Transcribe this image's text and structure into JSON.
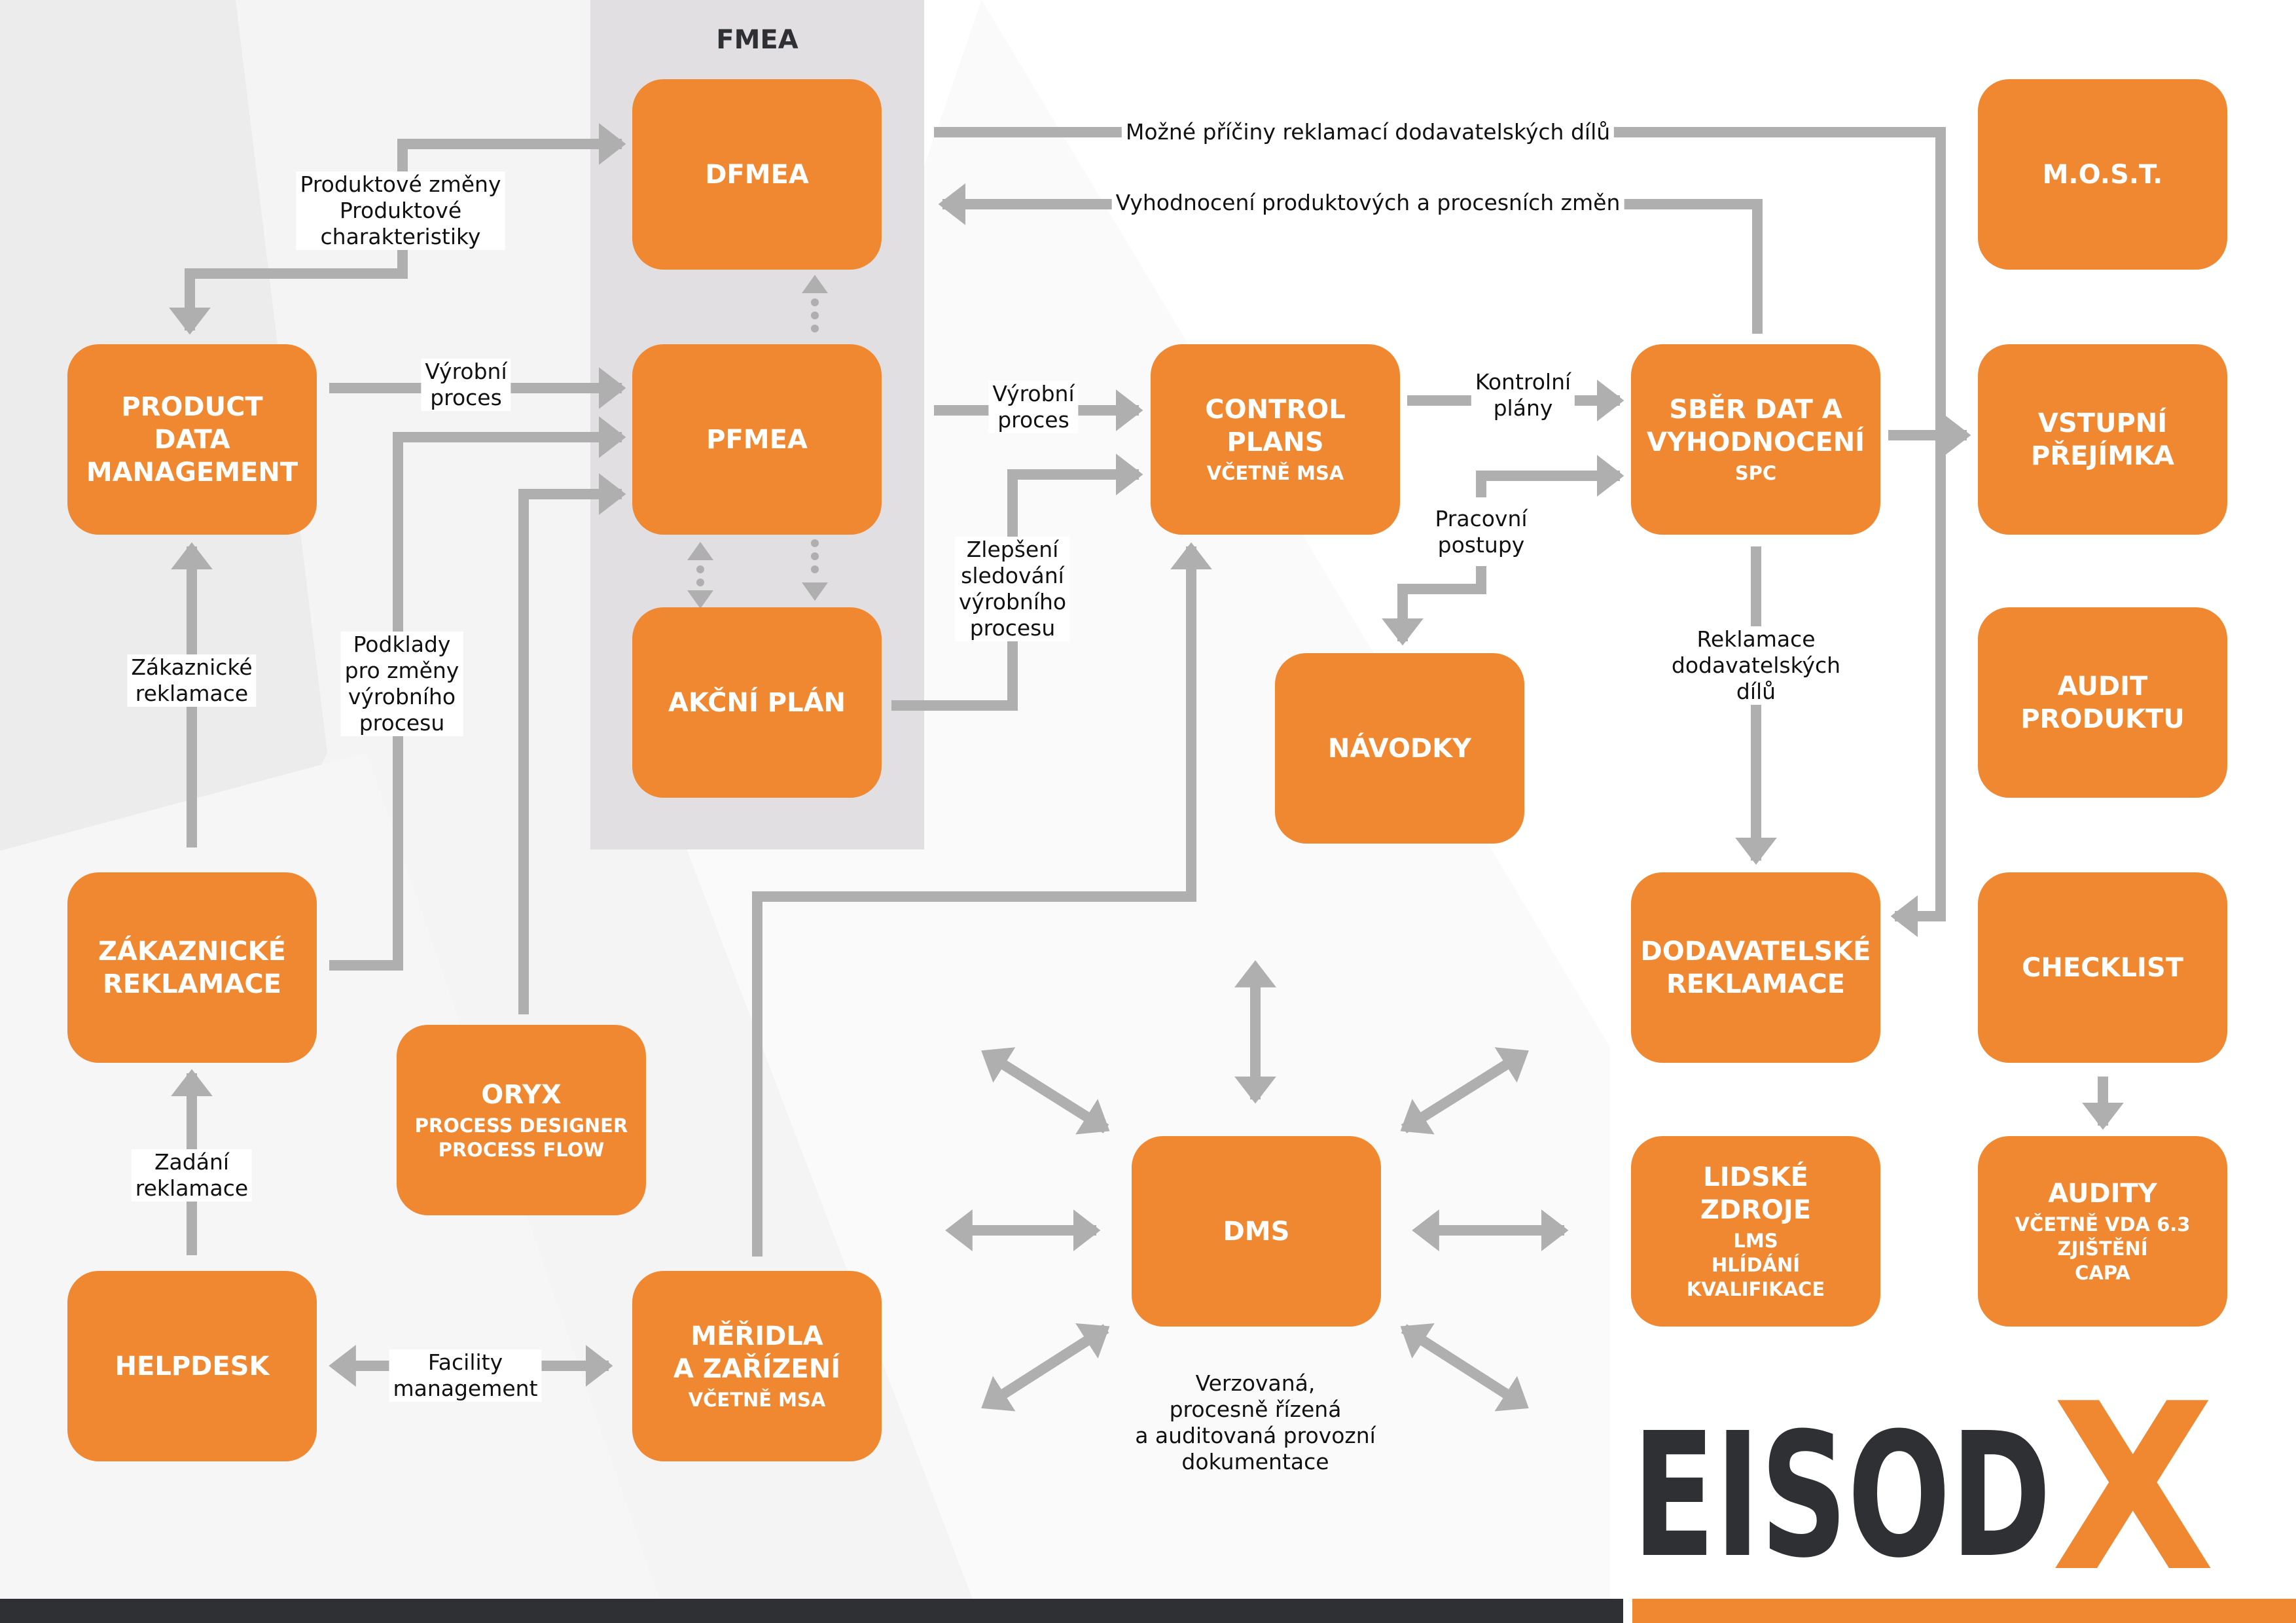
{
  "colors": {
    "accent": "#ef8830",
    "arrow": "#b0afb0",
    "panel": "#e1dfe2",
    "dark": "#2f3033"
  },
  "fmea_group": {
    "title": "FMEA"
  },
  "boxes": {
    "dfmea": {
      "title": "DFMEA"
    },
    "pfmea": {
      "title": "PFMEA"
    },
    "akcni_plan": {
      "title": "AKČNÍ PLÁN"
    },
    "pdm": {
      "title": "PRODUCT\nDATA\nMANAGEMENT"
    },
    "zakaznicke_reklamace": {
      "title": "ZÁKAZNICKÉ\nREKLAMACE"
    },
    "helpdesk": {
      "title": "HELPDESK"
    },
    "oryx": {
      "title": "ORYX",
      "subtitle": "PROCESS DESIGNER\nPROCESS FLOW"
    },
    "meridla": {
      "title": "MĚŘIDLA\nA ZAŘÍZENÍ",
      "subtitle": "VČETNĚ MSA"
    },
    "control_plans": {
      "title": "CONTROL\nPLANS",
      "subtitle": "VČETNĚ MSA"
    },
    "navodky": {
      "title": "NÁVODKY"
    },
    "dms": {
      "title": "DMS"
    },
    "sber_dat": {
      "title": "SBĚR DAT A\nVYHODNOCENÍ",
      "subtitle": "SPC"
    },
    "dodavatelske_reklamace": {
      "title": "DODAVATELSKÉ\nREKLAMACE"
    },
    "lidske_zdroje": {
      "title": "LIDSKÉ\nZDROJE",
      "subtitle": "LMS\nHLÍDÁNÍ\nKVALIFIKACE"
    },
    "most": {
      "title": "M.O.S.T."
    },
    "vstupni_prejimka": {
      "title": "VSTUPNÍ\nPŘEJÍMKA"
    },
    "audit_produktu": {
      "title": "AUDIT\nPRODUKTU"
    },
    "checklist": {
      "title": "CHECKLIST"
    },
    "audity": {
      "title": "AUDITY",
      "subtitle": "VČETNĚ VDA 6.3\nZJIŠTĚNÍ\nCAPA"
    }
  },
  "labels": {
    "produktove_zmeny": "Produktové změny\nProduktové\ncharakteristiky",
    "vyrobni_proces_1": "Výrobní\nproces",
    "vyrobni_proces_2": "Výrobní\nproces",
    "zakaznicke_reklamace": "Zákaznické\nreklamace",
    "podklady": "Podklady\npro změny\nvýrobního\nprocesu",
    "zlepseni": "Zlepšení\nsledování\nvýrobního\nprocesu",
    "kontrolni_plany": "Kontrolní\nplány",
    "pracovni_postupy": "Pracovní\npostupy",
    "reklamace_dodavatelskych": "Reklamace\ndodavatelských\ndílů",
    "mozne_priciny": "Možné příčiny reklamací dodavatelských dílů",
    "vyhodnoceni_zmen": "Vyhodnocení produktových a procesních změn",
    "zadani_reklamace": "Zadání\nreklamace",
    "facility_management": "Facility\nmanagement",
    "dms_description": "Verzovaná,\nprocesně řízená\na auditovaná provozní\ndokumentace"
  },
  "logo": {
    "text": "EISOD",
    "accent_letter": "X"
  }
}
